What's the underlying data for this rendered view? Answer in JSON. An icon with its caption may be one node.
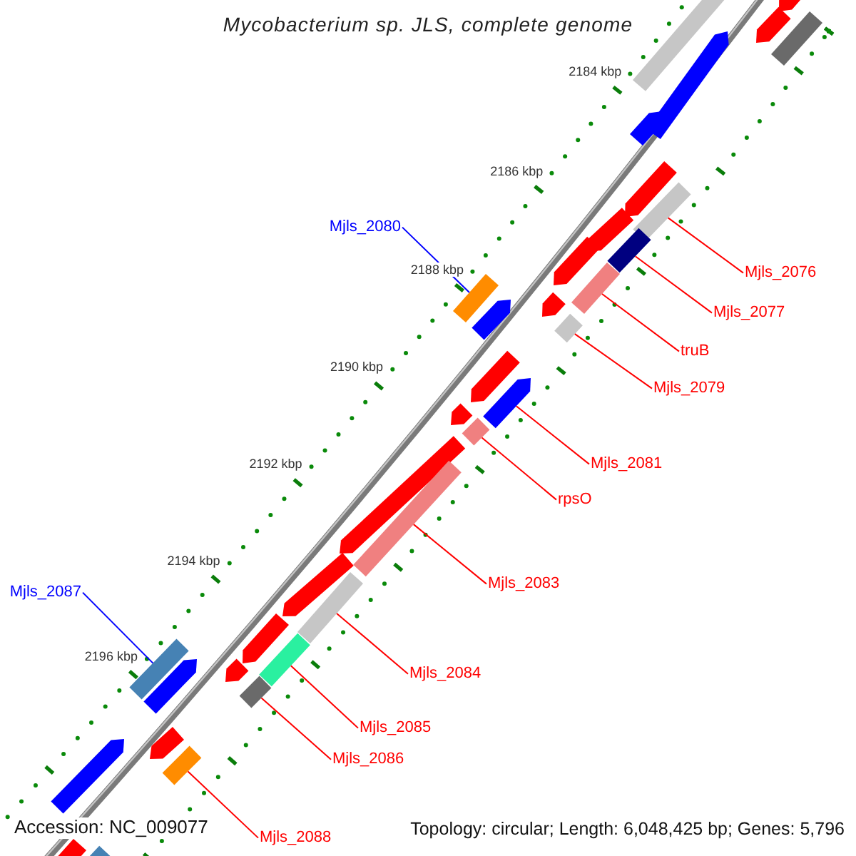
{
  "diagram": {
    "title": "Mycobacterium sp. JLS, complete genome",
    "nodes": [
      {
        "text": [
          "Mjls_2080"
        ]
      },
      {
        "text": [
          "Mjls_2076"
        ]
      },
      {
        "text": [
          "Mjls_2077"
        ]
      },
      {
        "text": [
          "truB"
        ]
      },
      {
        "text": [
          "Mjls_2079"
        ]
      },
      {
        "text": [
          "Mjls_2081"
        ]
      },
      {
        "text": [
          "rpsO"
        ]
      },
      {
        "text": [
          "Mjls_2083"
        ]
      },
      {
        "text": [
          "Mjls_2087"
        ]
      },
      {
        "text": [
          "Mjls_2084"
        ]
      },
      {
        "text": [
          "Mjls_2085"
        ]
      },
      {
        "text": [
          "Mjls_2086"
        ]
      },
      {
        "text": [
          "Mjls_2088"
        ]
      },
      {
        "text": [],
        "shape": "bar"
      },
      {
        "text": [],
        "shape": "bar"
      },
      {
        "text": [],
        "shape": "bar"
      },
      {
        "text": [],
        "shape": "bar"
      },
      {
        "text": [],
        "shape": "bar"
      },
      {
        "text": [],
        "shape": "bar"
      },
      {
        "text": [],
        "shape": "bar"
      },
      {
        "text": [],
        "shape": "bar"
      },
      {
        "text": [],
        "shape": "bar"
      },
      {
        "text": [],
        "shape": "bar"
      },
      {
        "text": [],
        "shape": "bar"
      },
      {
        "text": [],
        "shape": "bar"
      },
      {
        "text": [],
        "shape": "bar"
      }
    ],
    "edges": [
      {
        "from": 0,
        "to": 13,
        "arrow": "none",
        "color": "#0000ff"
      },
      {
        "from": 1,
        "to": 14,
        "arrow": "none"
      },
      {
        "from": 2,
        "to": 15,
        "arrow": "none"
      },
      {
        "from": 3,
        "to": 16,
        "arrow": "none"
      },
      {
        "from": 4,
        "to": 17,
        "arrow": "none"
      },
      {
        "from": 5,
        "to": 18,
        "arrow": "none"
      },
      {
        "from": 6,
        "to": 19,
        "arrow": "none"
      },
      {
        "from": 7,
        "to": 20,
        "arrow": "none"
      },
      {
        "from": 8,
        "to": 21,
        "arrow": "none",
        "color": "#0000ff"
      },
      {
        "from": 9,
        "to": 22,
        "arrow": "none"
      },
      {
        "from": 10,
        "to": 23,
        "arrow": "none"
      },
      {
        "from": 11,
        "to": 24,
        "arrow": "none"
      },
      {
        "from": 12,
        "to": 25,
        "arrow": "none"
      }
    ],
    "labels": [
      "2184 kbp",
      "2186 kbp",
      "2188 kbp",
      "2190 kbp",
      "2192 kbp",
      "2194 kbp",
      "2196 kbp",
      "Accession: NC_009077",
      "Topology: circular; Length: 6,048,425 bp; Genes: 5,796"
    ]
  }
}
